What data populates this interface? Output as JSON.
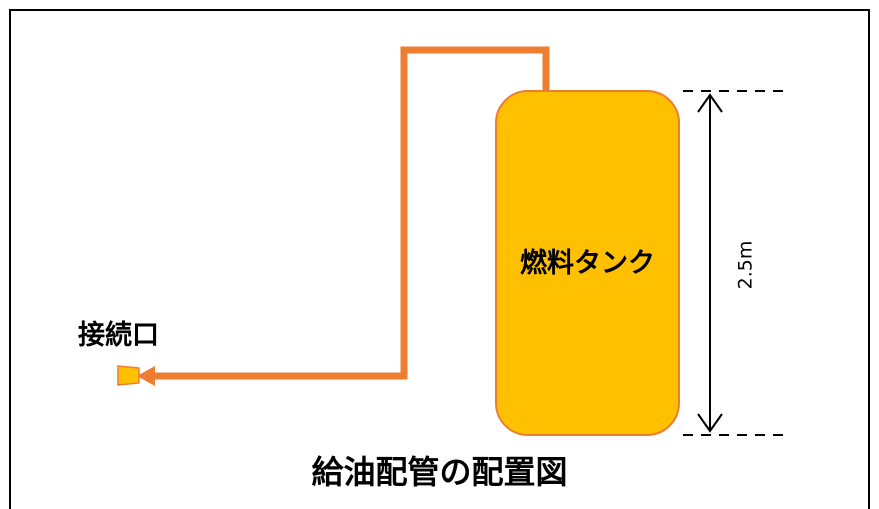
{
  "title": "給油配管の配置図",
  "tank": {
    "label": "燃料タンク",
    "fill_color": "#FFC000",
    "stroke_color": "#ED7D31"
  },
  "connector": {
    "label": "接続口",
    "fill_color": "#FFC000"
  },
  "pipe": {
    "color": "#ED7D31"
  },
  "dimension": {
    "label": "2.5m"
  }
}
